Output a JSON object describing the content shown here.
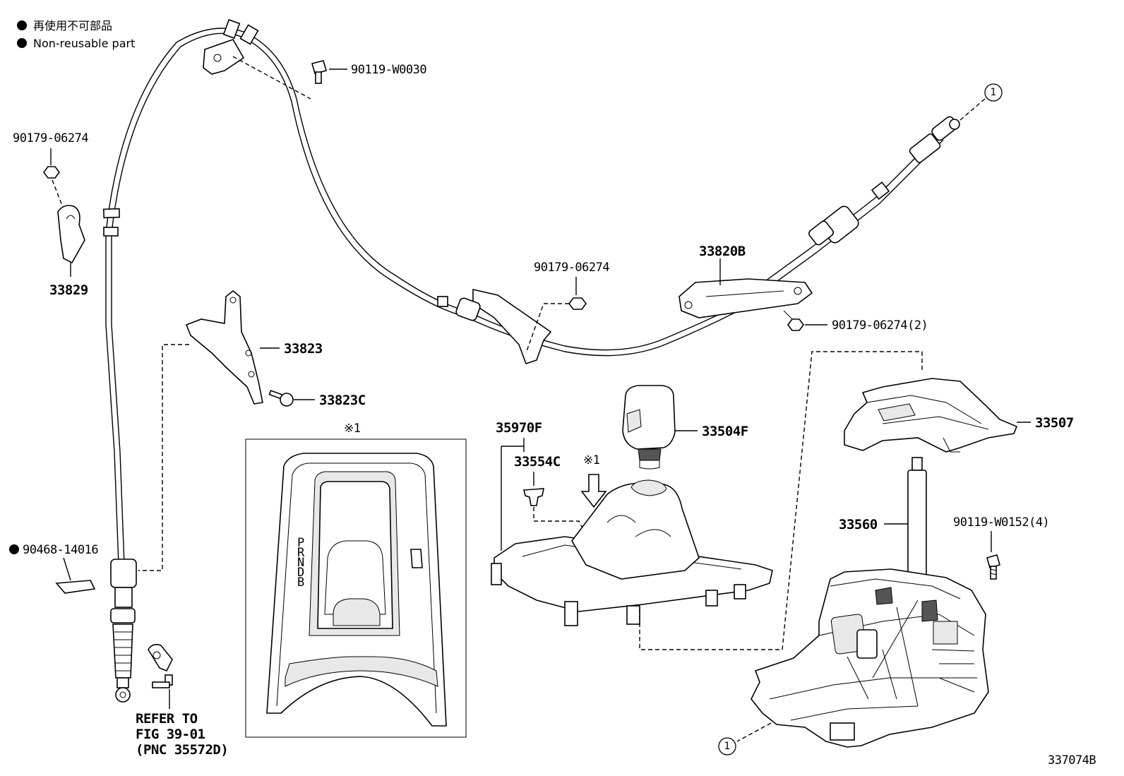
{
  "legend": {
    "jp": "再使用不可部品",
    "en": "Non-reusable part"
  },
  "parts": {
    "p90119_w0030": "90119-W0030",
    "p90179_06274_left": "90179-06274",
    "p33829": "33829",
    "p33823": "33823",
    "p33823c": "33823C",
    "p90179_06274_mid": "90179-06274",
    "p33820b": "33820B",
    "p90179_06274_2": "90179-06274(2)",
    "p33504f": "33504F",
    "p35970f": "35970F",
    "p33554c": "33554C",
    "p33507": "33507",
    "p33560": "33560",
    "p90119_w0152": "90119-W0152(4)",
    "p90468_14016": "90468-14016"
  },
  "callouts": {
    "ref_circle_1": "1",
    "note_mark": "※1"
  },
  "inset": {
    "title": "※1",
    "gear_letters": [
      "P",
      "R",
      "N",
      "D",
      "B"
    ]
  },
  "refer": {
    "line1": "REFER TO",
    "line2": "FIG 39-01",
    "line3": "(PNC 35572D)"
  },
  "figure_id": "337074B"
}
